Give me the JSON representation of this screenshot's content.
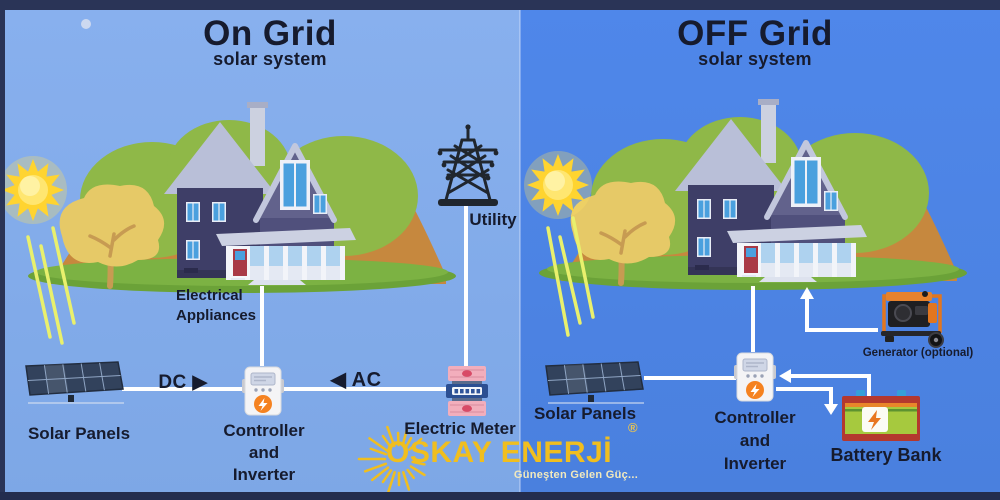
{
  "left_panel": {
    "title": "On Grid",
    "subtitle": "solar system",
    "labels": {
      "electrical_appliances_line1": "Electrical",
      "electrical_appliances_line2": "Appliances",
      "utility": "Utility",
      "dc_arrow": "DC ▶",
      "ac_arrow": "◀ AC",
      "solar_panels": "Solar Panels",
      "controller_lines": [
        "Controller",
        "and",
        "Inverter"
      ],
      "electric_meter": "Electric Meter"
    }
  },
  "right_panel": {
    "title": "OFF Grid",
    "subtitle": "solar system",
    "labels": {
      "solar_panels": "Solar Panels",
      "controller_lines": [
        "Controller",
        "and",
        "Inverter"
      ],
      "generator": "Generator (optional)",
      "battery_bank": "Battery Bank"
    }
  },
  "logo": {
    "brand": "OSKAY ENERJİ",
    "registered_mark": "®",
    "tagline": "Güneşten Gelen Güç...",
    "brand_color": "#f0be1f"
  },
  "colors": {
    "left_sky": "#82abe8",
    "right_sky": "#4b83e6",
    "frame_navy": "#2a3457",
    "text_dark": "#161b2e",
    "wire_white": "#ffffff",
    "sun_yellow": "#ffd430",
    "ray_yellow_green": "#e9f06d",
    "grass_green": "#7cb243",
    "hill_orange": "#c6883e",
    "accent_orange": "#f58220"
  }
}
